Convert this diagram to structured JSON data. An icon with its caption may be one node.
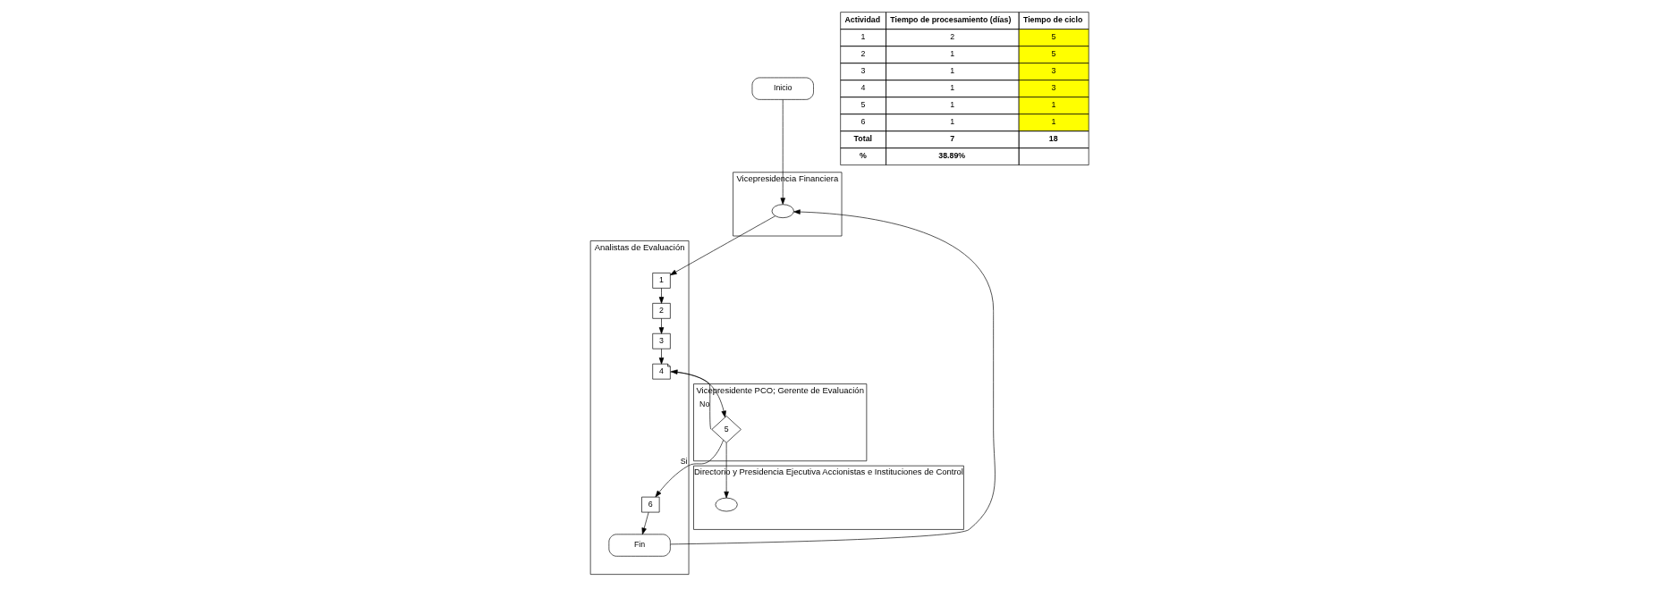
{
  "diagram": {
    "nodes": [
      {
        "text": [
          "Vicepresidencia Financiera"
        ]
      },
      {
        "text": [
          "Analistas de Evaluación"
        ]
      },
      {
        "text": [
          "Vicepresidente PCO; Gerente de Evaluación"
        ]
      },
      {
        "text": [
          "Directorio y Presidencia Ejecutiva Accionistas e Instituciones de Control"
        ]
      },
      {
        "text": [
          "Inicio"
        ]
      },
      {
        "text": [],
        "shape": "circle",
        "in": 0
      },
      {
        "text": [
          "1"
        ],
        "in": 1
      },
      {
        "text": [
          "2"
        ],
        "in": 1
      },
      {
        "text": [
          "3"
        ],
        "in": 1
      },
      {
        "text": [
          "4"
        ],
        "in": 1
      },
      {
        "text": [
          "5"
        ],
        "in": 2
      },
      {
        "text": [],
        "shape": "circle",
        "in": 3
      },
      {
        "text": [
          "6"
        ],
        "in": 1
      },
      {
        "text": [
          "Fin"
        ],
        "in": 1
      }
    ],
    "edges": [
      {
        "from": 4,
        "to": 5,
        "arrow": "to"
      },
      {
        "from": 5,
        "to": 6,
        "arrow": "to"
      },
      {
        "from": 6,
        "to": 7,
        "arrow": "to"
      },
      {
        "from": 7,
        "to": 8,
        "arrow": "to"
      },
      {
        "from": 8,
        "to": 9,
        "arrow": "to"
      },
      {
        "from": 9,
        "to": 10,
        "arrow": "to"
      },
      {
        "from": 10,
        "to": 9,
        "label": "No",
        "arrow": "to"
      },
      {
        "from": 10,
        "to": 12,
        "label": "Si",
        "arrow": "to"
      },
      {
        "from": 10,
        "to": 11,
        "arrow": "to"
      },
      {
        "from": 12,
        "to": 13,
        "arrow": "to"
      },
      {
        "from": 13,
        "to": 5,
        "arrow": "to"
      }
    ],
    "labels": [
      "Actividad",
      "Tiempo de procesamiento (días)",
      "Tiempo de ciclo",
      "1",
      "2",
      "5",
      "2",
      "1",
      "5",
      "3",
      "1",
      "3",
      "4",
      "1",
      "3",
      "5",
      "1",
      "1",
      "6",
      "1",
      "1",
      "Total",
      "7",
      "18",
      "%",
      "38.89%"
    ]
  }
}
